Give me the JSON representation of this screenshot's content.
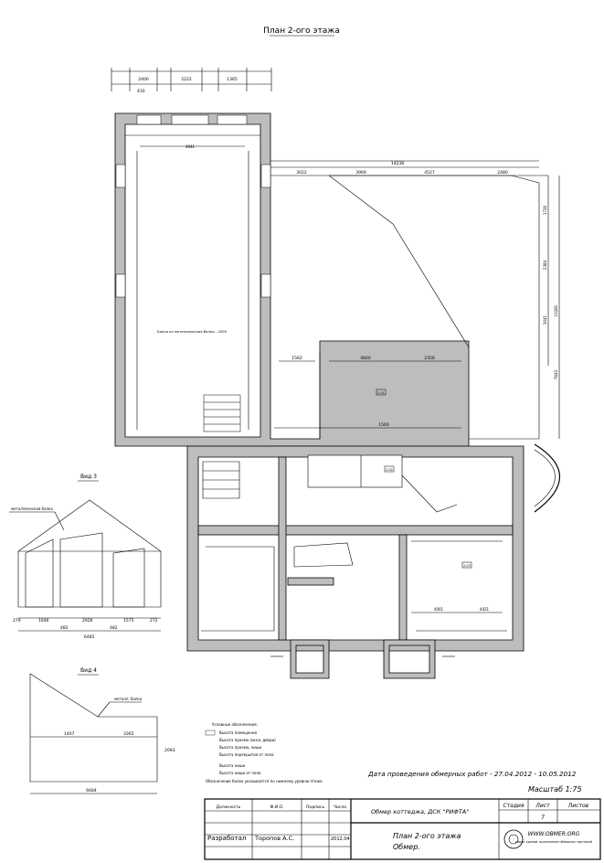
{
  "title": "План 2-ого этажа",
  "views": {
    "view3_label": "Вид 3",
    "view4_label": "Вид 4",
    "view3_note": "металлическая балка",
    "view4_note": "металл. балка"
  },
  "dimensions_top": [
    "2400",
    "2222",
    "1365"
  ],
  "dimensions_misc": [
    "14238",
    "3022",
    "3969",
    "4527",
    "2480",
    "1726",
    "2384",
    "3041",
    "13281",
    "7643",
    "4840",
    "2356",
    "1562",
    "1560",
    "4001",
    "4421"
  ],
  "room_marks": [
    "2.01",
    "2.02",
    "2.03"
  ],
  "hall_note": "Балка из металлическая балки - 2000",
  "view3_dims": [
    "279",
    "1646",
    "2926",
    "1575",
    "272",
    "482",
    "482",
    "6485"
  ],
  "view4_dims": [
    "1407",
    "3365",
    "2093",
    "6684"
  ],
  "legend": {
    "title": "Условные обозначения:",
    "items": [
      "Высота помещения",
      "Высота проема (окна, двери)",
      "Высота проема, ниши",
      "Высота перекрытия от пола"
    ],
    "extra": [
      "Высота ниши",
      "Высота ниши от пола"
    ],
    "note": "Обозначение балок указывается по нижнему уровню этажа"
  },
  "survey_date": "Дата проведения обмерных работ - 27.04.2012 - 10.05.2012",
  "scale": "Масштаб 1:75",
  "title_block": {
    "headers": [
      "Должность",
      "Ф.И.О.",
      "Подпись",
      "Число"
    ],
    "object": "Обмер коттеджа, ДСК \"РИФТА\"",
    "stage_label": "Стадия",
    "sheet_label": "Лист",
    "sheets_label": "Листов",
    "sheet_no": "7",
    "role": "Разработал",
    "name": "Торопов А.С.",
    "date": "2012.04",
    "drawing_title_1": "План  2-ого этажа",
    "drawing_title_2": "Обмер.",
    "site": "WWW.OBMER.ORG",
    "site_sub": "обмер зданий, выполнение обмерных чертежей"
  }
}
